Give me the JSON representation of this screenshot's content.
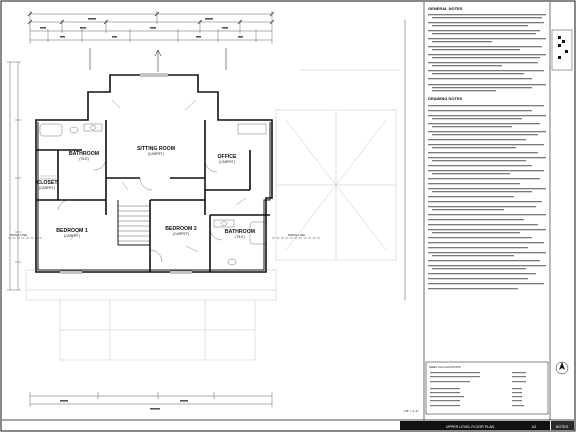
{
  "rooms": {
    "sitting_room": "SITTING ROOM",
    "bathroom_left": "BATHROOM",
    "closet": "CLOSET",
    "office": "OFFICE",
    "bedroom_1": "BEDROOM 1",
    "bedroom_2": "BEDROOM 2",
    "bathroom_right": "BATHROOM",
    "carpet": "(CARPET)",
    "tile": "(TILE)"
  },
  "labels": {
    "ridge_line_left": "RIDGE LINE",
    "ridge_line_right": "RIDGE LINE",
    "scale": "1/8\" = 1'-0\""
  },
  "notes": {
    "general_title": "GENERAL NOTES",
    "drawing_title": "DRAWING NOTES"
  },
  "area": {
    "title": "AREA CALCULATIONS"
  },
  "title_block": {
    "sheet_title": "UPPER LEVEL FLOOR PLAN",
    "sheet_number": "A3",
    "tab": "NOTES"
  }
}
